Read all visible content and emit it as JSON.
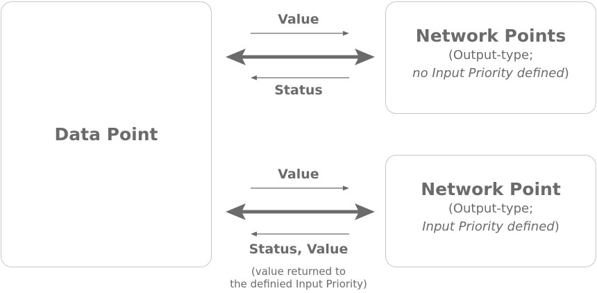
{
  "data_point": {
    "title": "Data Point"
  },
  "upper": {
    "network": {
      "title": "Network Points",
      "line1": "(Output-type;",
      "line2_italic": "no Input Priority defined",
      "line2_suffix": ")"
    },
    "top_label": "Value",
    "bottom_label": "Status"
  },
  "lower": {
    "network": {
      "title": "Network Point",
      "line1": "(Output-type;",
      "line2_italic": "Input Priority defined",
      "line2_suffix": ")"
    },
    "top_label": "Value",
    "bottom_label": "Status, Value",
    "note_line1": "(value returned to",
    "note_line2": "the definied Input Priority)"
  },
  "colors": {
    "arrow": "#6b6b6b",
    "border": "#c6c6c6",
    "text": "#6b6b6b"
  }
}
